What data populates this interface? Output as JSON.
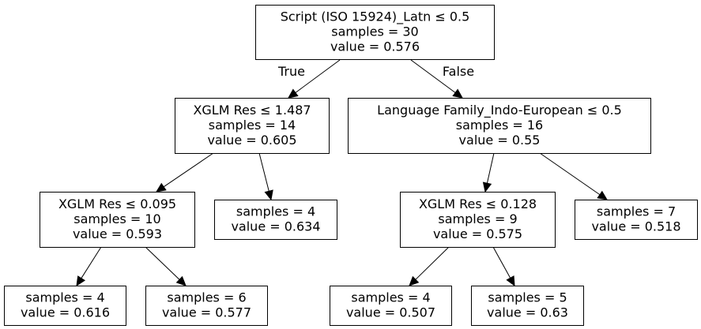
{
  "nodes": [
    {
      "id": "n0",
      "lines": [
        "Script (ISO 15924)_Latn ≤ 0.5",
        "samples = 30",
        "value = 0.576"
      ]
    },
    {
      "id": "n1",
      "lines": [
        "XGLM Res ≤ 1.487",
        "samples = 14",
        "value = 0.605"
      ]
    },
    {
      "id": "n2",
      "lines": [
        "Language Family_Indo-European ≤ 0.5",
        "samples = 16",
        "value = 0.55"
      ]
    },
    {
      "id": "n3",
      "lines": [
        "XGLM Res ≤ 0.095",
        "samples = 10",
        "value = 0.593"
      ]
    },
    {
      "id": "n4",
      "lines": [
        "samples = 4",
        "value = 0.634"
      ]
    },
    {
      "id": "n5",
      "lines": [
        "XGLM Res ≤ 0.128",
        "samples = 9",
        "value = 0.575"
      ]
    },
    {
      "id": "n6",
      "lines": [
        "samples = 7",
        "value = 0.518"
      ]
    },
    {
      "id": "n7",
      "lines": [
        "samples = 4",
        "value = 0.616"
      ]
    },
    {
      "id": "n8",
      "lines": [
        "samples = 6",
        "value = 0.577"
      ]
    },
    {
      "id": "n9",
      "lines": [
        "samples = 4",
        "value = 0.507"
      ]
    },
    {
      "id": "n10",
      "lines": [
        "samples = 5",
        "value = 0.63"
      ]
    }
  ],
  "edges": [
    {
      "from": "n0",
      "to": "n1",
      "label": "True"
    },
    {
      "from": "n0",
      "to": "n2",
      "label": "False"
    },
    {
      "from": "n1",
      "to": "n3",
      "label": ""
    },
    {
      "from": "n1",
      "to": "n4",
      "label": ""
    },
    {
      "from": "n2",
      "to": "n5",
      "label": ""
    },
    {
      "from": "n2",
      "to": "n6",
      "label": ""
    },
    {
      "from": "n3",
      "to": "n7",
      "label": ""
    },
    {
      "from": "n3",
      "to": "n8",
      "label": ""
    },
    {
      "from": "n5",
      "to": "n9",
      "label": ""
    },
    {
      "from": "n5",
      "to": "n10",
      "label": ""
    }
  ]
}
